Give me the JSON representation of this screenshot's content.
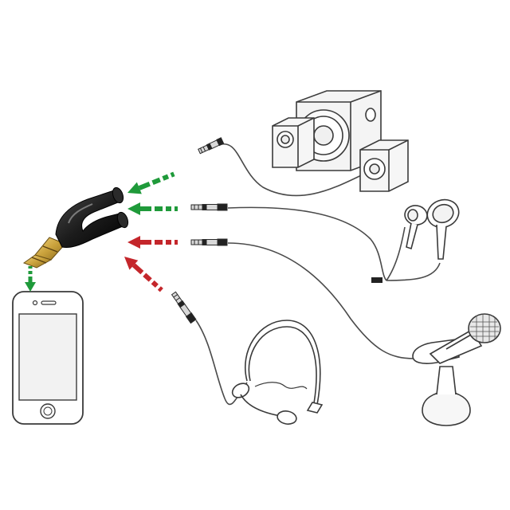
{
  "diagram": {
    "colors": {
      "background": "#ffffff",
      "line": "#3a3a3a",
      "cable": "#4a4a4a",
      "adapter": "#1c1c1c",
      "adapter_highlight": "#4a4a4a",
      "plug_gold": "#c9a13b",
      "green": "#1f9a3a",
      "red": "#c4262b",
      "phone_screen": "#f2f2f2"
    },
    "icons": {
      "adapter": "y-splitter-adapter-icon",
      "phone": "smartphone-icon",
      "speakers": "speaker-system-icon",
      "earphones": "earphones-icon",
      "headset": "headset-icon",
      "microphone": "desk-microphone-icon"
    },
    "arrows": [
      {
        "id": "speaker",
        "color": "green"
      },
      {
        "id": "earphone",
        "color": "green"
      },
      {
        "id": "mic",
        "color": "red"
      },
      {
        "id": "headset",
        "color": "red"
      },
      {
        "id": "phone",
        "color": "green"
      }
    ]
  }
}
